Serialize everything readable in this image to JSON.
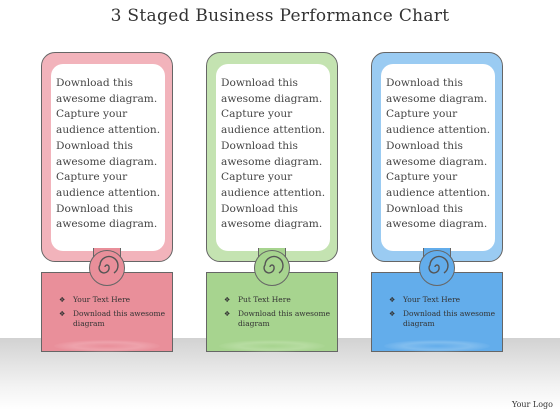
{
  "title": "3 Staged Business Performance Chart",
  "cards": [
    {
      "body": "Download this\nawesome diagram.\nCapture your\naudience attention.\nDownload this\nawesome diagram.\nCapture your\naudience attention.\nDownload this\nawesome diagram.",
      "bullets": [
        "Your Text Here",
        "Download this awesome diagram"
      ],
      "color": "#e98f9a",
      "light": "#f2b3bb"
    },
    {
      "body": "Download this\nawesome diagram.\nCapture your\naudience attention.\nDownload this\nawesome diagram.\nCapture your\naudience attention.\nDownload this\nawesome diagram.",
      "bullets": [
        "Put Text Here",
        "Download this awesome diagram"
      ],
      "color": "#a7d48f",
      "light": "#c4e3b1"
    },
    {
      "body": "Download this\nawesome diagram.\nCapture your\naudience attention.\nDownload this\nawesome diagram.\nCapture your\naudience attention.\nDownload this\nawesome diagram.",
      "bullets": [
        "Your Text Here",
        "Download this awesome diagram"
      ],
      "color": "#63adeb",
      "light": "#9acbf2"
    }
  ],
  "bullet_icon": "❖",
  "logo": "Your Logo"
}
